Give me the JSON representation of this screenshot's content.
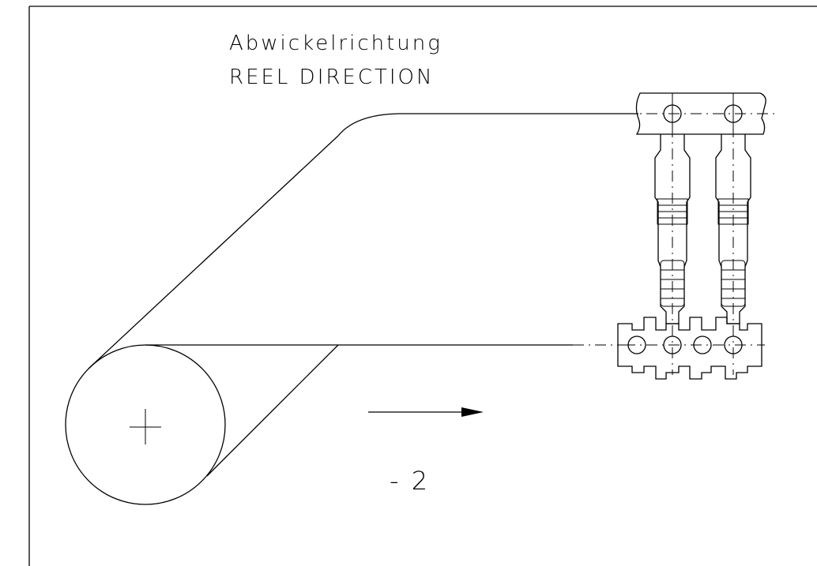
{
  "title_de": "Abwickelrichtung",
  "title_en": "REEL DIRECTION",
  "variant_label": "- 2",
  "colors": {
    "line": "#000000",
    "background": "#ffffff"
  },
  "icons": [
    "reel-hub-cross-icon",
    "direction-arrow-icon"
  ]
}
